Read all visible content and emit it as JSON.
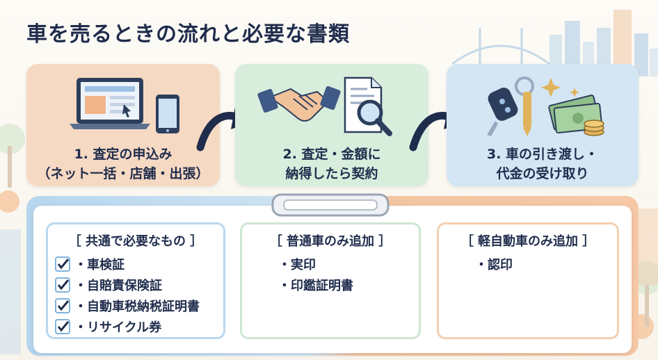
{
  "title": "車を売るときの流れと必要な書類",
  "steps": [
    {
      "lines": [
        "1. 査定の申込み",
        "（ネット一括・店舗・出張）"
      ],
      "icons": [
        "laptop-icon",
        "smartphone-icon"
      ]
    },
    {
      "lines": [
        "2. 査定・金額に",
        "納得したら契約"
      ],
      "icons": [
        "handshake-icon",
        "document-search-icon"
      ]
    },
    {
      "lines": [
        "3. 車の引き渡し・",
        "代金の受け取り"
      ],
      "icons": [
        "car-keys-icon",
        "money-icon"
      ]
    }
  ],
  "panels": [
    {
      "header": "［ 共通で必要なもの ］",
      "items": [
        "・車検証",
        "・自賠責保険証",
        "・自動車税納税証明書",
        "・リサイクル券"
      ],
      "checked": true
    },
    {
      "header": "［ 普通車のみ追加 ］",
      "items": [
        "・実印",
        "・印鑑証明書"
      ],
      "checked": false
    },
    {
      "header": "［ 軽自動車のみ追加 ］",
      "items": [
        "・認印"
      ],
      "checked": false
    }
  ],
  "colors": {
    "navy": "#1f2c4c",
    "step1_bg": "#f6d9c3",
    "step2_bg": "#d8eddc",
    "step3_bg": "#d4e6f4",
    "check_blue": "#7fb3dd"
  }
}
